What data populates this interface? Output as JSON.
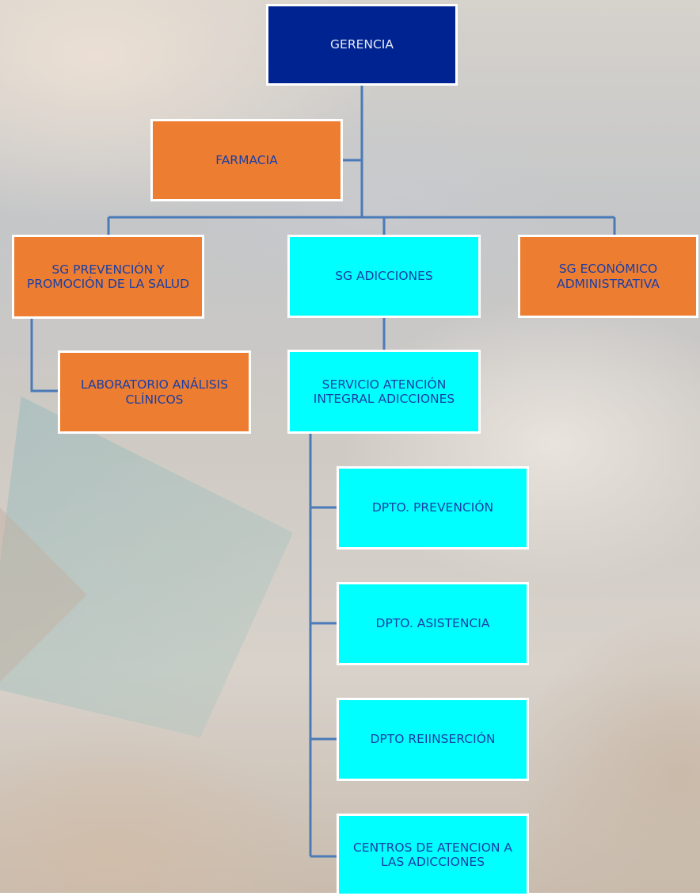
{
  "colors": {
    "orange": "#ed7d31",
    "cyan": "#00ffff",
    "navy": "#002392",
    "connector": "#4a7ab7",
    "text": "#1a3fa6"
  },
  "nodes": {
    "gerencia": "GERENCIA",
    "farmacia": "FARMACIA",
    "sg_prevencion": "SG PREVENCIÓN Y PROMOCIÓN DE LA SALUD",
    "sg_adicciones": "SG ADICCIONES",
    "sg_economico": "SG ECONÓMICO ADMINISTRATIVA",
    "laboratorio": "LABORATORIO ANÁLISIS CLÍNICOS",
    "servicio": "SERVICIO ATENCIÓN INTEGRAL ADICCIONES",
    "dpto_prevencion": "DPTO. PREVENCIÓN",
    "dpto_asistencia": "DPTO. ASISTENCIA",
    "dpto_reinsercion": "DPTO REIINSERCIÓN",
    "centros": "CENTROS DE ATENCION A LAS ADICCIONES"
  }
}
